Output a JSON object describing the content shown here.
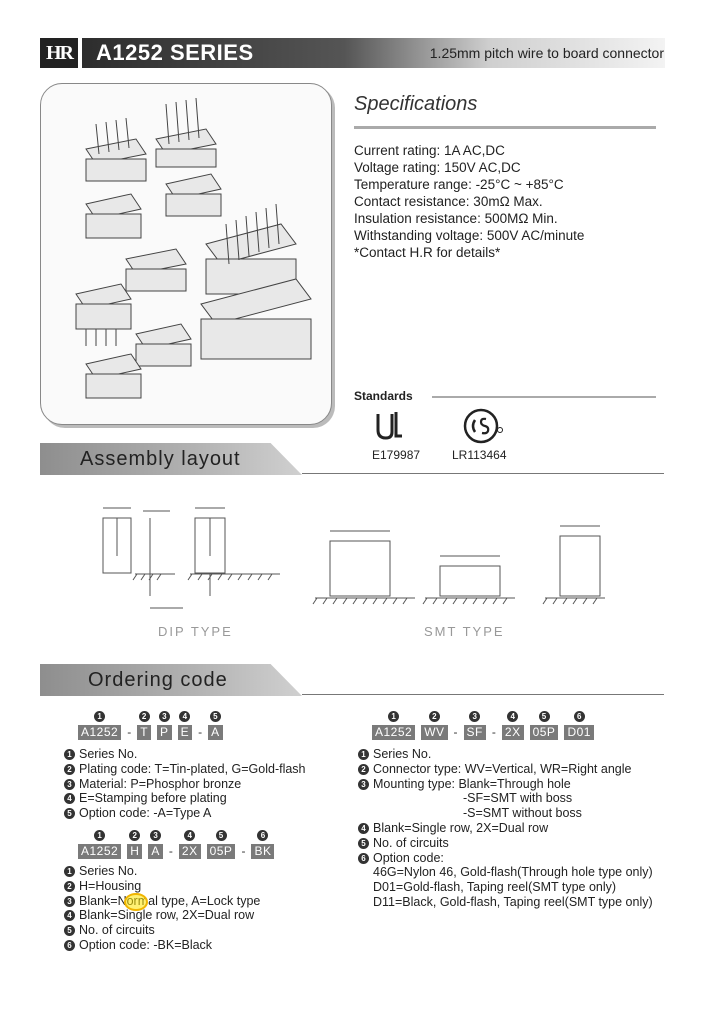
{
  "header": {
    "logo_text": "HR",
    "title": "A1252 SERIES",
    "subtitle": "1.25mm pitch wire to board connector"
  },
  "specifications": {
    "title": "Specifications",
    "items": [
      "Current rating: 1A AC,DC",
      "Voltage rating: 150V AC,DC",
      "Temperature range: -25°C ~ +85°C",
      "Contact resistance: 30mΩ Max.",
      "Insulation resistance: 500MΩ Min.",
      "Withstanding voltage: 500V AC/minute",
      "*Contact H.R for details*"
    ]
  },
  "standards": {
    "title": "Standards",
    "ul_number": "E179987",
    "csa_number": "LR113464"
  },
  "assembly": {
    "title": "Assembly layout",
    "dip_label": "DIP TYPE",
    "smt_label": "SMT TYPE"
  },
  "ordering": {
    "title": "Ordering code",
    "code1": {
      "parts": [
        "A1252",
        "T",
        "P",
        "E",
        "A"
      ],
      "numbers": [
        "1",
        "2",
        "3",
        "4",
        "5"
      ],
      "items": [
        "Series No.",
        "Plating code: T=Tin-plated, G=Gold-flash",
        "Material: P=Phosphor bronze",
        "E=Stamping before plating",
        "Option code: -A=Type A"
      ]
    },
    "code2": {
      "parts": [
        "A1252",
        "H",
        "A",
        "2X",
        "05P",
        "BK"
      ],
      "numbers": [
        "1",
        "2",
        "3",
        "4",
        "5",
        "6"
      ],
      "items": [
        "Series No.",
        "H=Housing",
        "Blank=Normal type, A=Lock type",
        "Blank=Single row, 2X=Dual row",
        "No. of circuits",
        "Option code: -BK=Black"
      ]
    },
    "code3": {
      "parts": [
        "A1252",
        "WV",
        "SF",
        "2X",
        "05P",
        "D01"
      ],
      "numbers": [
        "1",
        "2",
        "3",
        "4",
        "5",
        "6"
      ],
      "items": [
        "Series No.",
        "Connector type: WV=Vertical, WR=Right angle",
        "Mounting type: Blank=Through hole"
      ],
      "mounting_cont": [
        "-SF=SMT with boss",
        "-S=SMT without boss"
      ],
      "items_b": [
        "Blank=Single row, 2X=Dual row",
        "No. of circuits",
        "Option code:"
      ],
      "option_cont": [
        "46G=Nylon 46, Gold-flash(Through hole type only)",
        "D01=Gold-flash, Taping reel(SMT type only)",
        "D11=Black, Gold-flash, Taping reel(SMT type only)"
      ]
    }
  },
  "colors": {
    "banner_gray": "#b3b3b3",
    "code_box": "#7a7a7a",
    "highlight": "#f0b400"
  }
}
